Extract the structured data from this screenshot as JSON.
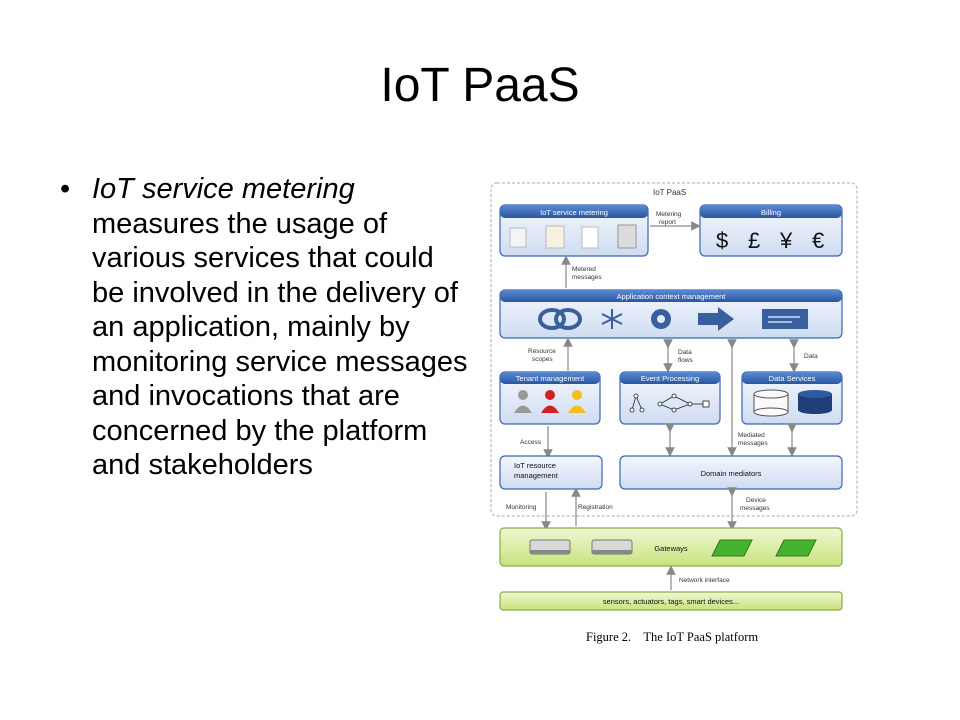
{
  "slide": {
    "title": "IoT PaaS",
    "bullet": {
      "marker": "•",
      "emphasis": "IoT service metering",
      "text": " measures the usage of various services that could be involved in the delivery of an application, mainly by monitoring service messages and invocations that are concerned by the platform and stakeholders"
    }
  },
  "diagram": {
    "container_label": "IoT PaaS",
    "boxes": {
      "metering": "IoT service metering",
      "billing": "Billing",
      "currency": [
        "$",
        "£",
        "¥",
        "€"
      ],
      "app_context": "Application context management",
      "tenant": "Tenant management",
      "event": "Event Processing",
      "data_services": "Data Services",
      "iot_resource": [
        "IoT resource",
        "management"
      ],
      "domain_mediators": "Domain mediators",
      "gateways": "Gateways",
      "sensors": "sensors, actuators, tags, smart devices..."
    },
    "arrow_labels": {
      "metering_report": [
        "Metering",
        "report"
      ],
      "metered_messages": [
        "Metered",
        "messages"
      ],
      "resource_scopes": [
        "Resource",
        "scopes"
      ],
      "data_flows": [
        "Data",
        "flows"
      ],
      "data": "Data",
      "access": "Access",
      "mediated_messages": [
        "Mediated",
        "messages"
      ],
      "monitoring": "Monitoring",
      "registration": "Registration",
      "device_messages": [
        "Device",
        "messages"
      ],
      "network_interface": "Network interface"
    },
    "caption": "Figure 2.    The IoT PaaS platform",
    "colors": {
      "box_header": "#2f5ea8",
      "box_fill": "#e4ecf8",
      "gateway_fill": "#d6ec9c",
      "sensor_fill": "#dcef9f"
    }
  }
}
